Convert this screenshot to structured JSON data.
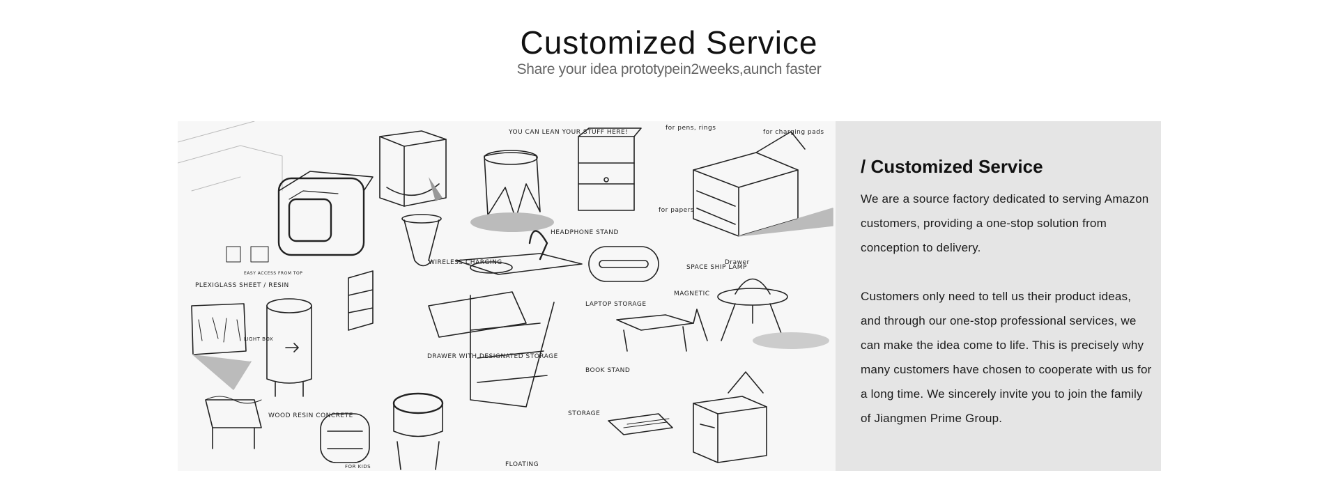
{
  "header": {
    "title": "Customized Service",
    "subtitle": "Share your idea prototypein2weeks,aunch faster"
  },
  "sketch": {
    "labels": {
      "lean": "YOU CAN LEAN YOUR STUFF HERE!",
      "headphone": "HEADPHONE STAND",
      "wireless": "WIRELESS CHARGING",
      "laptop": "LAPTOP STORAGE",
      "spaceship": "SPACE SHIP LAMP",
      "drawer_top": "Drawer",
      "magnetic": "MAGNETIC",
      "plexiglass": "PLEXIGLASS SHEET / RESIN",
      "drawer": "DRAWER WITH DESIGNATED STORAGE",
      "book": "BOOK STAND",
      "storage": "STORAGE",
      "floating": "FLOATING",
      "wood": "WOOD RESIN CONCRETE",
      "papers": "for papers",
      "pens": "for pens, rings",
      "charging": "for charging pads",
      "kids": "FOR KIDS",
      "easy": "EASY ACCESS FROM TOP",
      "light": "LIGHT BOX"
    }
  },
  "info": {
    "heading": "/ Customized Service",
    "paragraphs": [
      "We are a source factory dedicated to serving Amazon customers, providing a one-stop solution from conception to delivery.",
      "Customers only need to tell us their product ideas, and through our one-stop professional services, we can make the idea come to life. This is precisely why many customers have chosen to cooperate with us for a long time. We sincerely invite you to join the family of Jiangmen Prime Group."
    ]
  }
}
